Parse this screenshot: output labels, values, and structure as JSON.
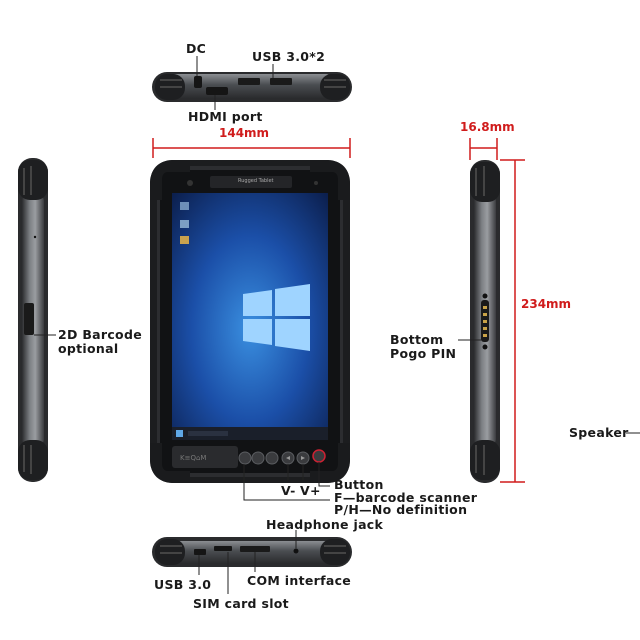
{
  "device": {
    "top_brand_text": "Rugged Tablet"
  },
  "labels": {
    "dc": "DC",
    "usb_top": "USB 3.0*2",
    "hdmi": "HDMI port",
    "barcode_line1": "2D Barcode",
    "barcode_line2": "optional",
    "pogo_line1": "Bottom",
    "pogo_line2": "Pogo PIN",
    "speaker": "Speaker",
    "button": "Button",
    "f_key": "F—barcode scanner",
    "ph_key": "P/H—No definition",
    "v_minus": "V-",
    "v_plus": "V+",
    "headphone": "Headphone jack",
    "usb_bottom": "USB 3.0",
    "com": "COM interface",
    "sim": "SIM card slot"
  },
  "dimensions": {
    "width": "144mm",
    "depth": "16.8mm",
    "height": "234mm"
  },
  "colors": {
    "dimension_red": "#d01c1c",
    "label_text": "#1a1a1a",
    "body_dark": "#2a2b2d",
    "body_grey": "#5d6064",
    "screen_blue": "#1b4fa8"
  }
}
